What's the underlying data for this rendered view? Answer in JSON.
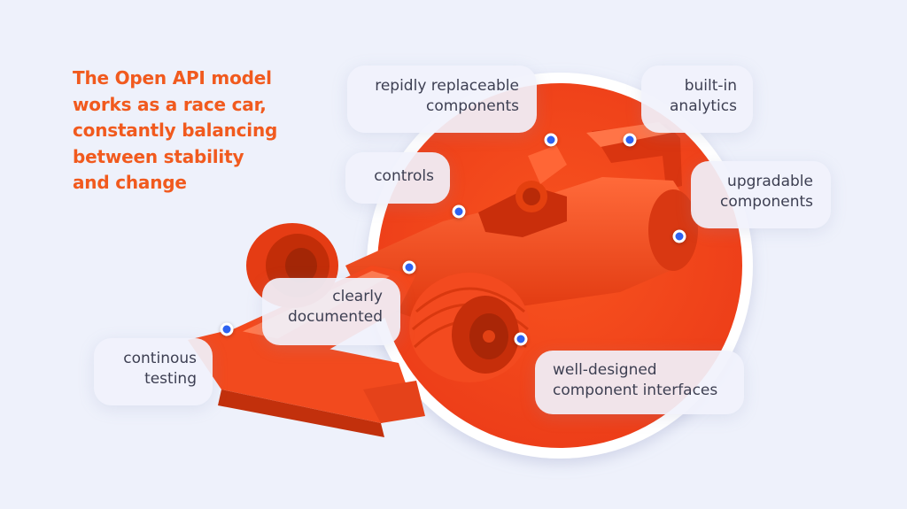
{
  "headline": "The Open API model\nworks as a race car,\nconstantly balancing\nbetween stability\nand change",
  "colors": {
    "accent": "#f15a1e",
    "car": "#f2461e",
    "dot": "#2e62f0",
    "background": "#eef1fb"
  },
  "labels": {
    "replaceable": "repidly replaceable\ncomponents",
    "analytics": "built-in\nanalytics",
    "controls": "controls",
    "upgradable": "upgradable\ncomponents",
    "documented": "clearly\ndocumented",
    "testing": "continous\ntesting",
    "interfaces": "well-designed\ncomponent interfaces"
  }
}
